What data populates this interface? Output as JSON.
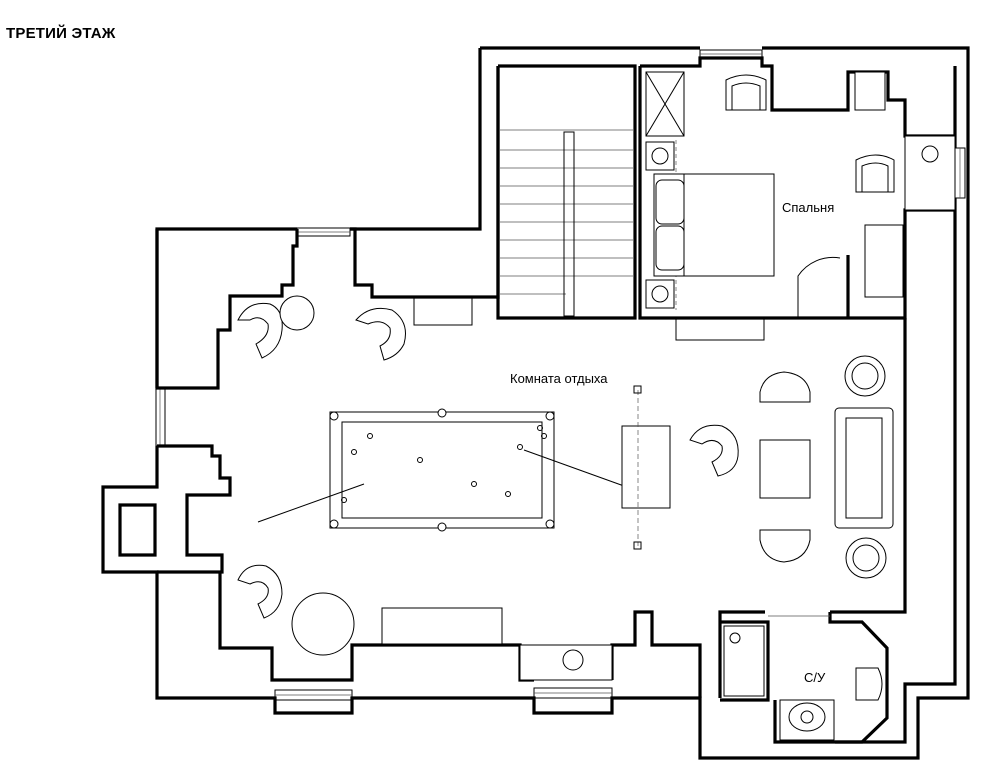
{
  "title": "ТРЕТИЙ ЭТАЖ",
  "rooms": {
    "bedroom": "Спальня",
    "lounge": "Комната отдыха",
    "bathroom": "С/У"
  }
}
